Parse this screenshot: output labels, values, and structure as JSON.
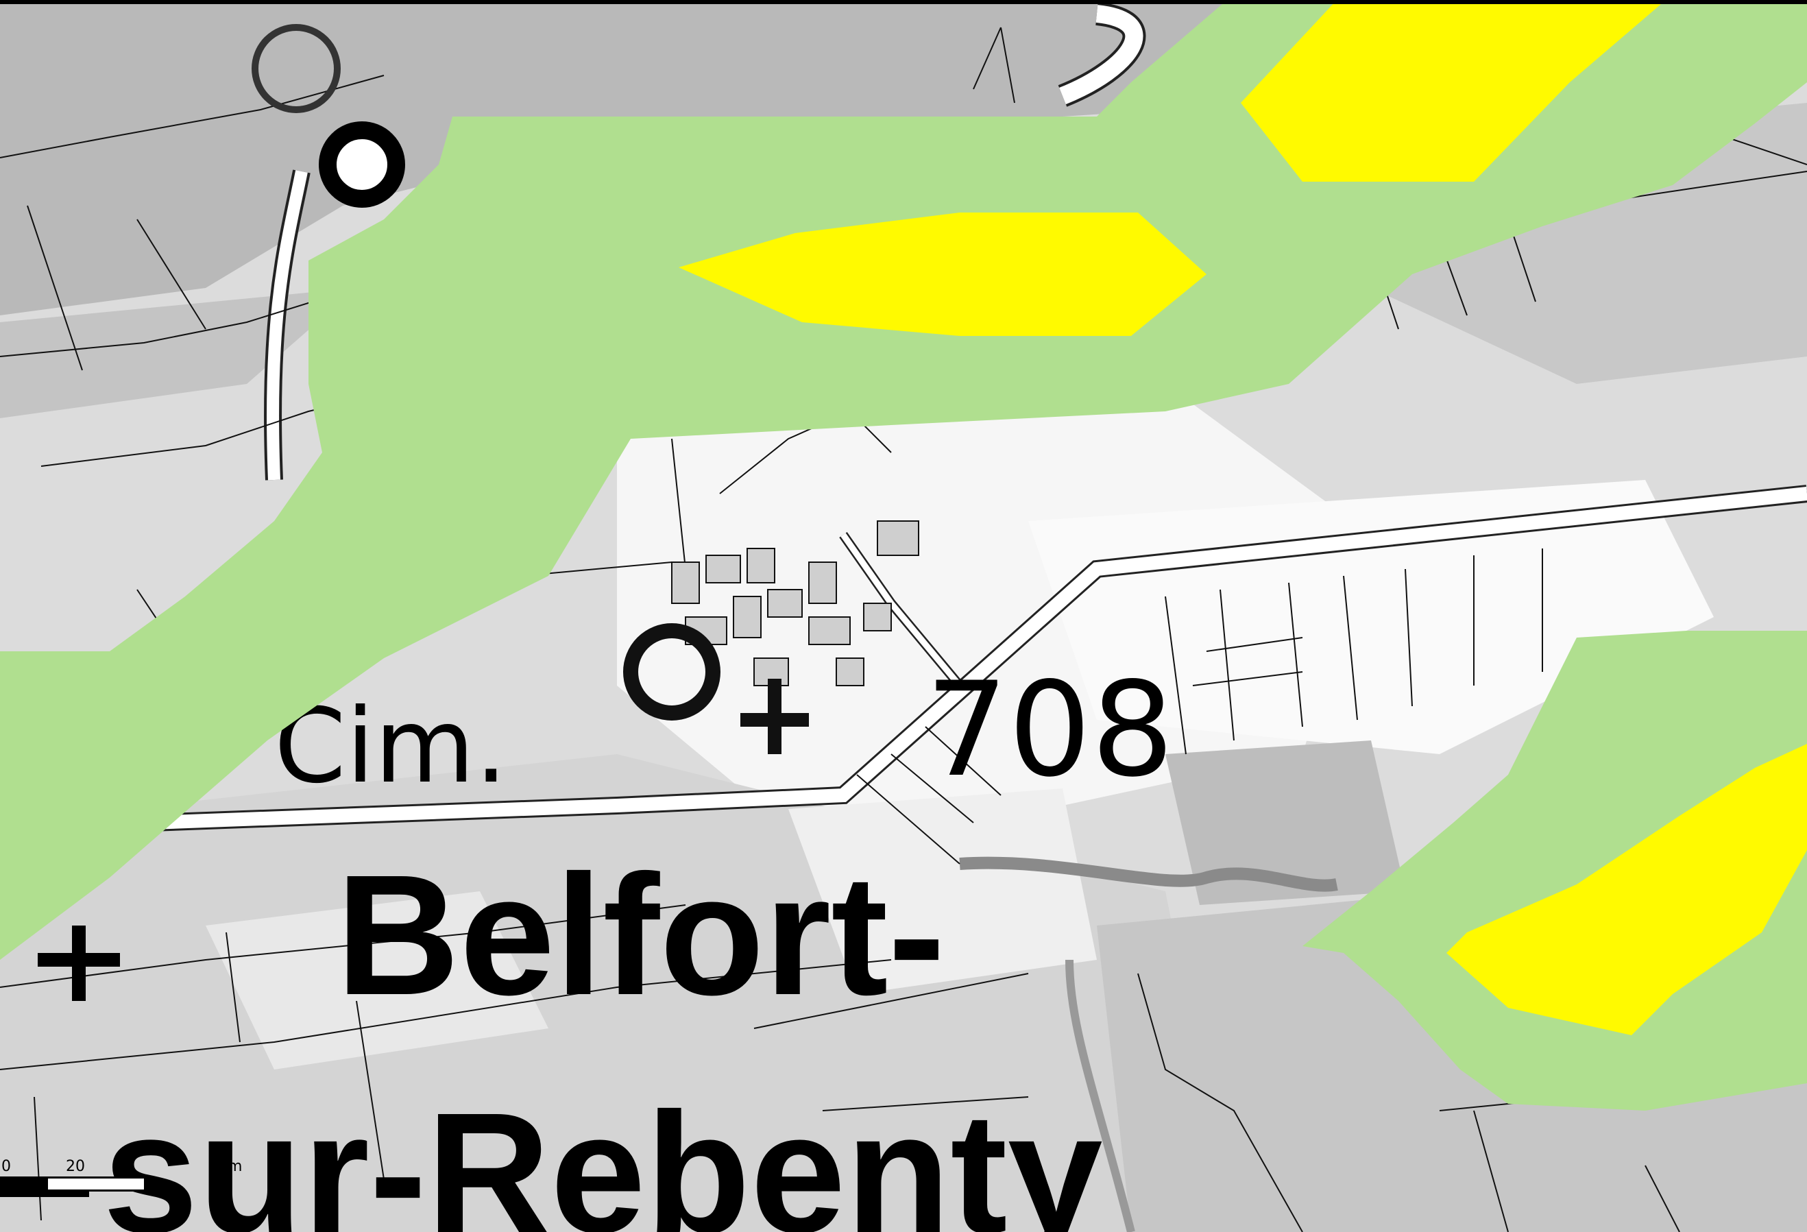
{
  "map": {
    "labels": {
      "cemetery": "Cim.",
      "elevation": "708",
      "town_line1": "Belfort-",
      "town_line2": "sur-Rebenty"
    },
    "scale_bar": {
      "tick_0": "0",
      "tick_20": "20",
      "unit": "m"
    },
    "colors": {
      "basemap_light": "#f2f2f2",
      "basemap_mid": "#cfcfcf",
      "basemap_dark": "#a9a9a9",
      "parcel_line": "#111111",
      "zone_green": "#b0df8f",
      "zone_yellow": "#fffa00",
      "label_text": "#000000"
    }
  }
}
